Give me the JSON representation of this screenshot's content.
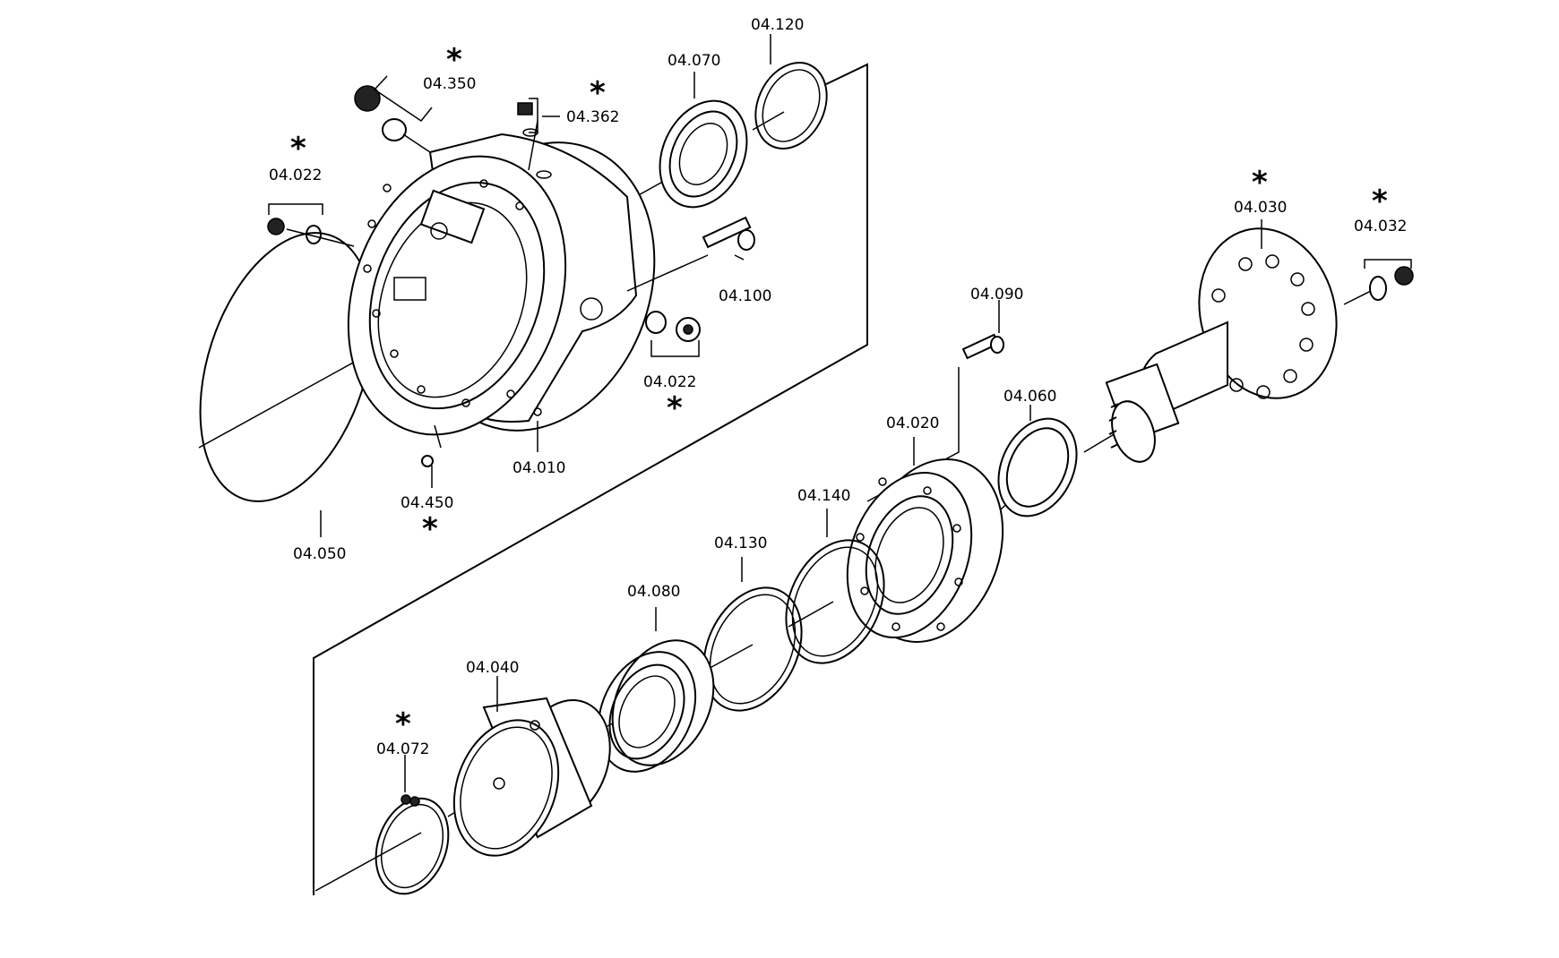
{
  "diagram": {
    "labels": {
      "p04_120": "04.120",
      "p04_070": "04.070",
      "p04_350": "04.350",
      "p04_362": "04.362",
      "p04_022a": "04.022",
      "p04_100": "04.100",
      "p04_022b": "04.022",
      "p04_010": "04.010",
      "p04_450": "04.450",
      "p04_050": "04.050",
      "p04_090": "04.090",
      "p04_060": "04.060",
      "p04_030": "04.030",
      "p04_032": "04.032",
      "p04_020": "04.020",
      "p04_140": "04.140",
      "p04_130": "04.130",
      "p04_080": "04.080",
      "p04_040": "04.040",
      "p04_072": "04.072"
    },
    "marker": "*"
  }
}
